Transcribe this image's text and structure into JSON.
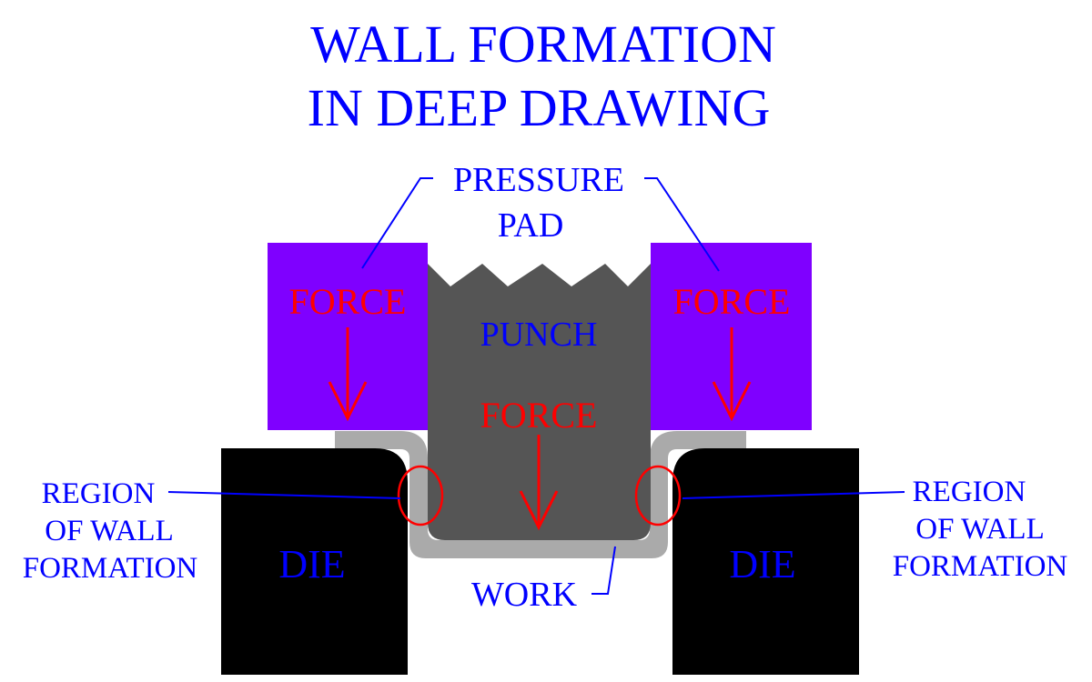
{
  "title": {
    "line1": "WALL FORMATION",
    "line2": "IN DEEP DRAWING"
  },
  "labels": {
    "pressure_pad_line1": "PRESSURE",
    "pressure_pad_line2": "PAD",
    "force_left": "FORCE",
    "force_right": "FORCE",
    "force_center": "FORCE",
    "punch": "PUNCH",
    "die_left": "DIE",
    "die_right": "DIE",
    "work": "WORK",
    "region_left_line1": "REGION",
    "region_left_line2": "OF WALL",
    "region_left_line3": "FORMATION",
    "region_right_line1": "REGION",
    "region_right_line2": "OF WALL",
    "region_right_line3": "FORMATION"
  },
  "colors": {
    "pressure_pad": "#7f00ff",
    "punch": "#555555",
    "work": "#aaaaaa",
    "die": "#000000",
    "text": "#0000ff",
    "force": "#ff0000"
  }
}
